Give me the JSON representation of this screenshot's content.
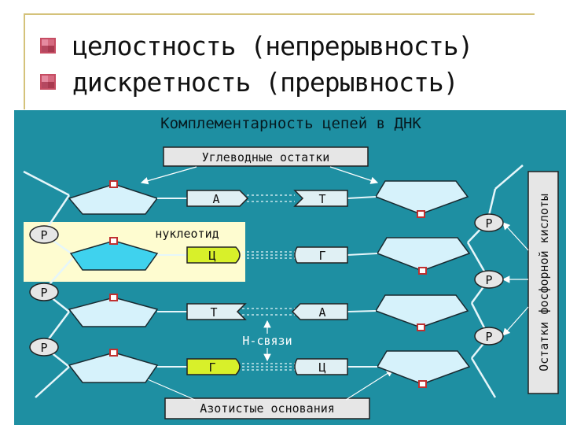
{
  "slide": {
    "bullets": [
      {
        "text": "целостность (непрерывность)",
        "icon": "pink-square-bullet-icon"
      },
      {
        "text": "дискретность (прерывность)",
        "icon": "pink-square-bullet-icon"
      }
    ]
  },
  "diagram": {
    "title": "Комплементарность цепей в ДНК",
    "label_top": "Углеводные остатки",
    "label_bottom": "Азотистые основания",
    "label_side": "Остатки фосфорной кислоты",
    "label_nucleotide": "нуклеотид",
    "label_hbonds": "Н-связи",
    "phosphate_symbol": "P",
    "pairs": [
      {
        "left": "А",
        "right": "Т"
      },
      {
        "left": "Ц",
        "right": "Г"
      },
      {
        "left": "Т",
        "right": "А"
      },
      {
        "left": "Г",
        "right": "Ц"
      }
    ],
    "colors": {
      "background": "#1e8fa2",
      "sugar": "#d6f2fb",
      "sugar_highlight": "#3fd2ee",
      "base_box": "#e0f0f4",
      "base_highlight": "#d8f02a",
      "label_box": "#e6e6e6",
      "nucleotide_box": "#fefcd0"
    }
  }
}
